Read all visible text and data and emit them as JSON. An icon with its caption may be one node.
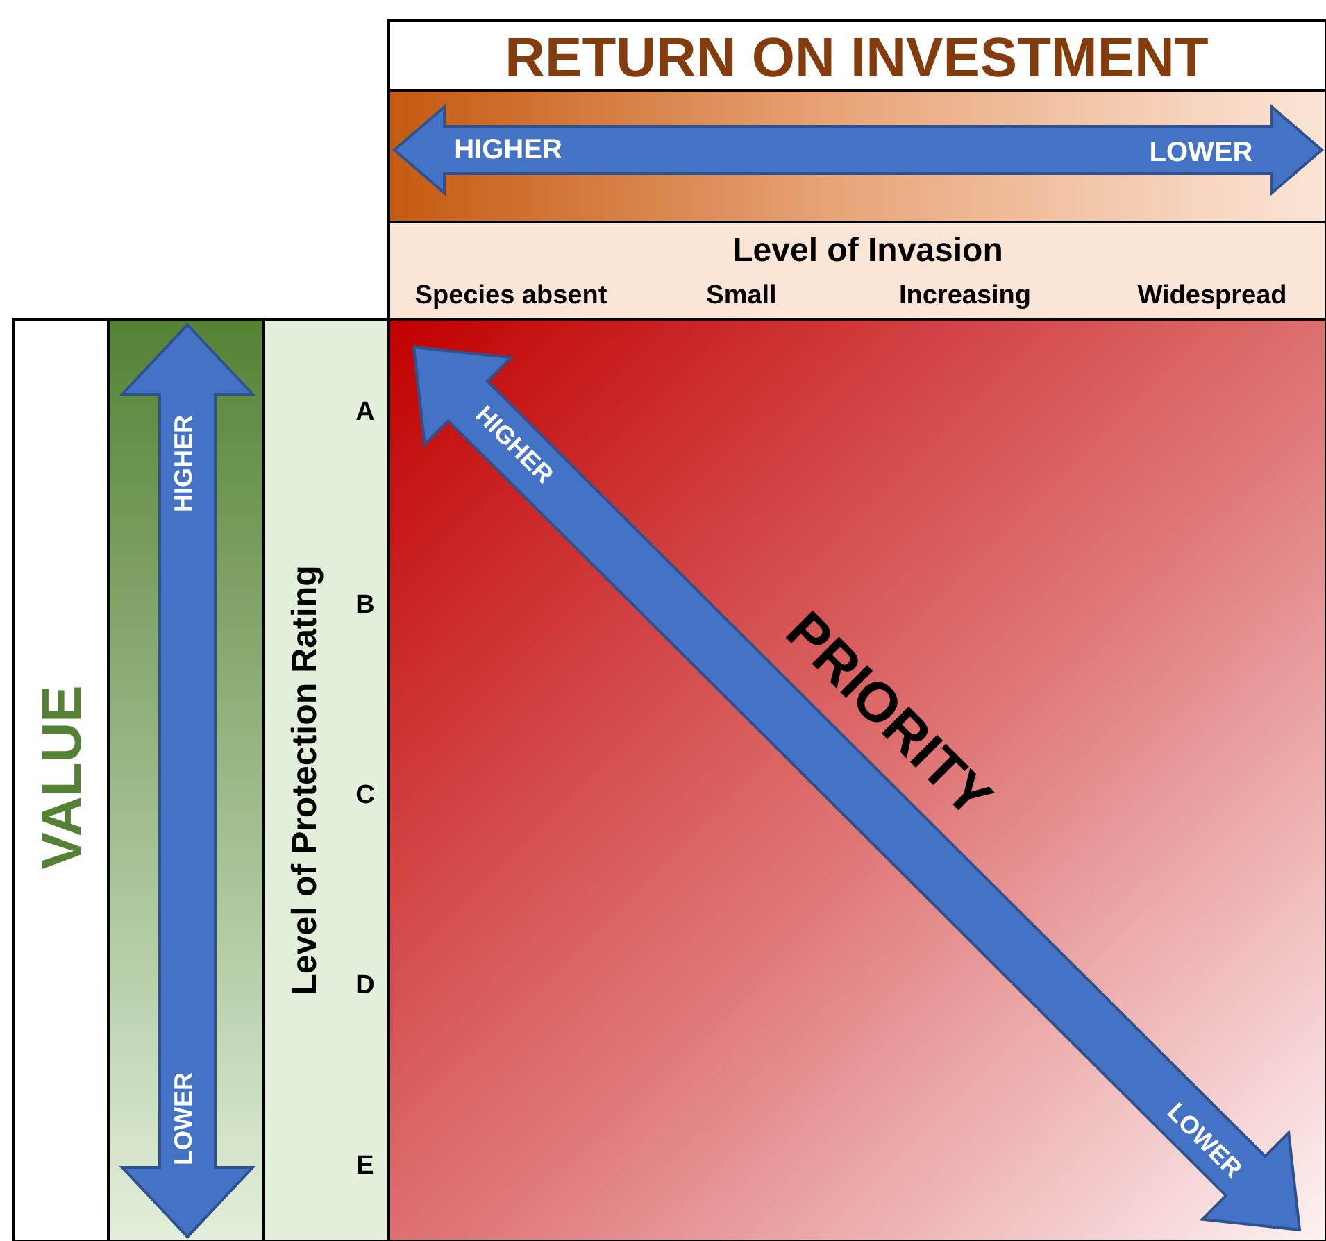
{
  "diagram": {
    "labels": [
      "RETURN ON INVESTMENT",
      "HIGHER",
      "LOWER",
      "Level of Invasion",
      "Species absent",
      "Small",
      "Increasing",
      "Widespread",
      "VALUE",
      "HIGHER",
      "Level of Protection Rating",
      "A",
      "B",
      "C",
      "D",
      "E",
      "LOWER",
      "HIGHER",
      "PRIORITY",
      "LOWER"
    ]
  }
}
